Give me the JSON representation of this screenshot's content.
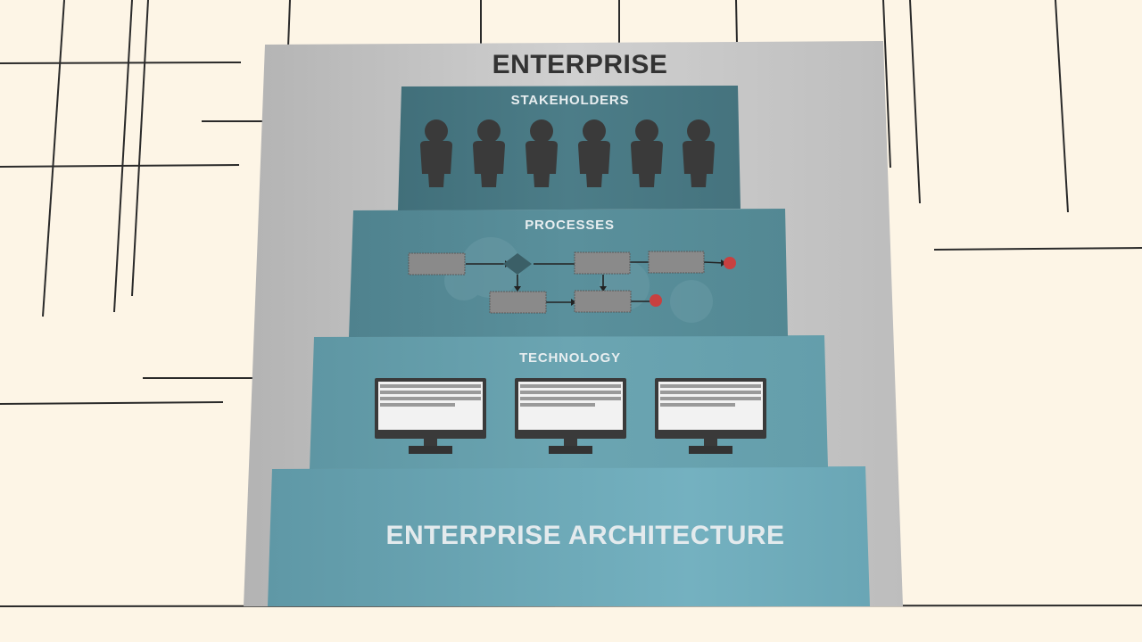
{
  "diagram": {
    "top_title": "ENTERPRISE",
    "layers": [
      {
        "label": "STAKEHOLDERS",
        "icon": "person-icon"
      },
      {
        "label": "PROCESSES",
        "icon": "flowchart-icon"
      },
      {
        "label": "TECHNOLOGY",
        "icon": "monitor-icon"
      }
    ],
    "base_label": "ENTERPRISE ARCHITECTURE"
  },
  "colors": {
    "background": "#fdf5e6",
    "panel": "#c9c9c9",
    "stakeholders_tier": "#4a7a85",
    "processes_tier": "#5b8e9a",
    "technology_tier": "#6ca3b0",
    "base_tier": "#72aab8",
    "endpoint": "#c84040"
  }
}
